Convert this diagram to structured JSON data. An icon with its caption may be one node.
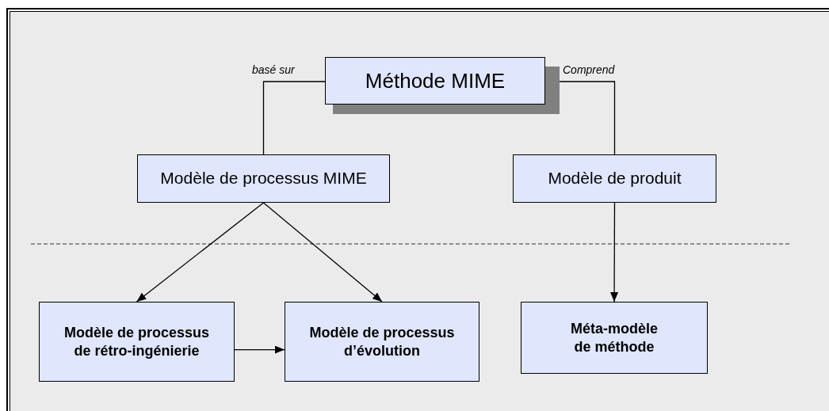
{
  "diagram": {
    "nodes": [
      {
        "text": [
          "Méthode MIME"
        ]
      },
      {
        "text": [
          "Modèle de processus MIME"
        ]
      },
      {
        "text": [
          "Modèle de produit"
        ]
      },
      {
        "text": [
          "Modèle de processus de rétro-ingénierie"
        ]
      },
      {
        "text": [
          "Modèle de processus d’évolution"
        ]
      },
      {
        "text": [
          "Méta-modèle de méthode"
        ]
      }
    ],
    "edges": [
      {
        "from": 0,
        "to": 1,
        "arrow": "none",
        "label": "basé sur"
      },
      {
        "from": 0,
        "to": 2,
        "arrow": "none",
        "label": "Comprend"
      },
      {
        "from": 1,
        "to": 3,
        "arrow": "to"
      },
      {
        "from": 1,
        "to": 4,
        "arrow": "to"
      },
      {
        "from": 3,
        "to": 4,
        "arrow": "to"
      },
      {
        "from": 2,
        "to": 5,
        "arrow": "to"
      }
    ]
  }
}
